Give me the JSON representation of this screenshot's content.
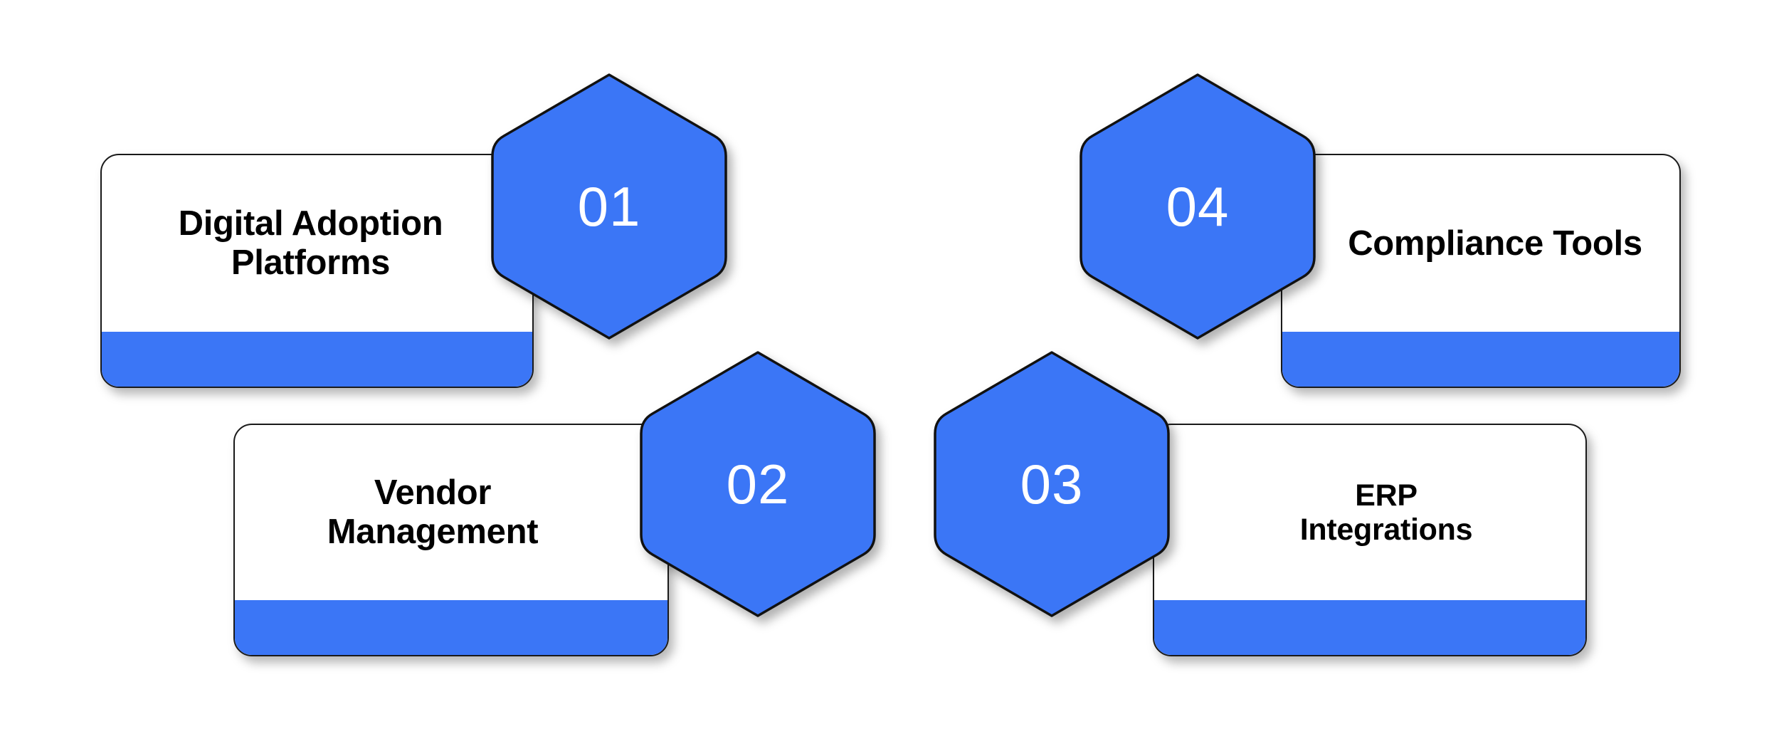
{
  "theme": {
    "accent_blue": "#3B76F6",
    "card_background": "#ffffff",
    "card_border": "#1a1a1a",
    "label_color": "#000000",
    "number_color": "#ffffff",
    "page_background": "#ffffff"
  },
  "diagram": {
    "type": "hexagon-numbered-step-cards",
    "step_count": 4,
    "steps": [
      {
        "number": "01",
        "label": "Digital Adoption\nPlatforms",
        "label_lines": [
          "Digital Adoption",
          "Platforms"
        ],
        "side": "left",
        "row": "top"
      },
      {
        "number": "02",
        "label": "Vendor\nManagement",
        "label_lines": [
          "Vendor",
          "Management"
        ],
        "side": "left",
        "row": "bottom"
      },
      {
        "number": "03",
        "label": "ERP\nIntegrations",
        "label_lines": [
          "ERP",
          "Integrations"
        ],
        "side": "right",
        "row": "bottom"
      },
      {
        "number": "04",
        "label": "Compliance Tools",
        "label_lines": [
          "Compliance Tools"
        ],
        "side": "right",
        "row": "top"
      }
    ]
  }
}
